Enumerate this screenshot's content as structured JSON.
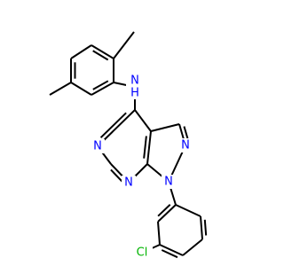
{
  "molecule": {
    "atoms": {
      "amine_n": {
        "symbol": "N",
        "hydrogen": "H",
        "element": "nitrogen"
      },
      "pyrimidine_n1": {
        "symbol": "N",
        "element": "nitrogen"
      },
      "pyrimidine_n2": {
        "symbol": "N",
        "element": "nitrogen"
      },
      "pyrazole_n1": {
        "symbol": "N",
        "element": "nitrogen"
      },
      "pyrazole_n2": {
        "symbol": "N",
        "element": "nitrogen"
      },
      "chlorine": {
        "symbol": "Cl",
        "element": "chlorine"
      }
    },
    "colors": {
      "bond": "#000000",
      "nitrogen": "#0000ff",
      "chlorine": "#00b400"
    }
  }
}
